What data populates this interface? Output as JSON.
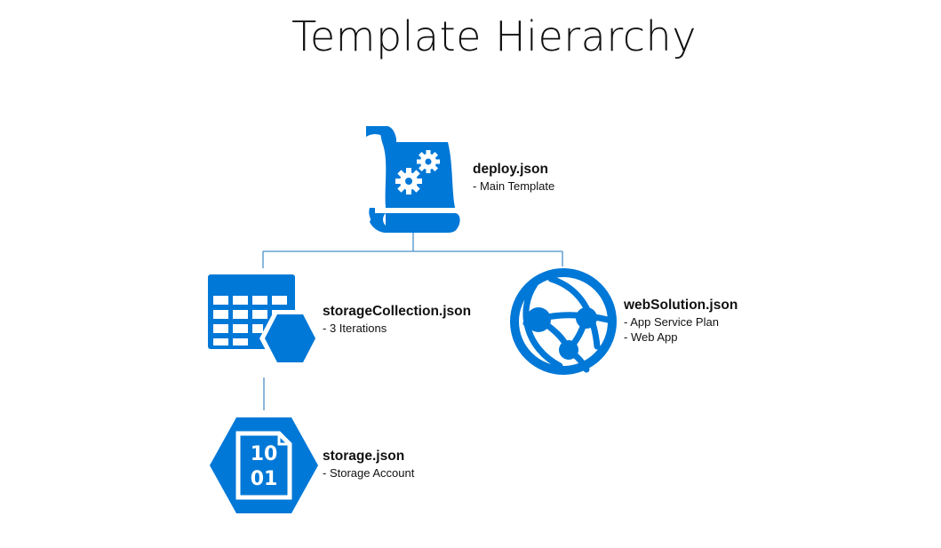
{
  "title": "Template Hierarchy",
  "accent_color": "#0078d7",
  "nodes": {
    "deploy": {
      "name": "deploy.json",
      "details": [
        "- Main Template"
      ],
      "icon": "template-scroll-gears-icon"
    },
    "storage_collection": {
      "name": "storageCollection.json",
      "details": [
        "- 3 Iterations"
      ],
      "icon": "table-hexagon-icon"
    },
    "web_solution": {
      "name": "webSolution.json",
      "details": [
        "- App Service Plan",
        "- Web App"
      ],
      "icon": "globe-network-icon"
    },
    "storage": {
      "name": "storage.json",
      "details": [
        "- Storage Account"
      ],
      "icon": "storage-binary-icon"
    }
  }
}
